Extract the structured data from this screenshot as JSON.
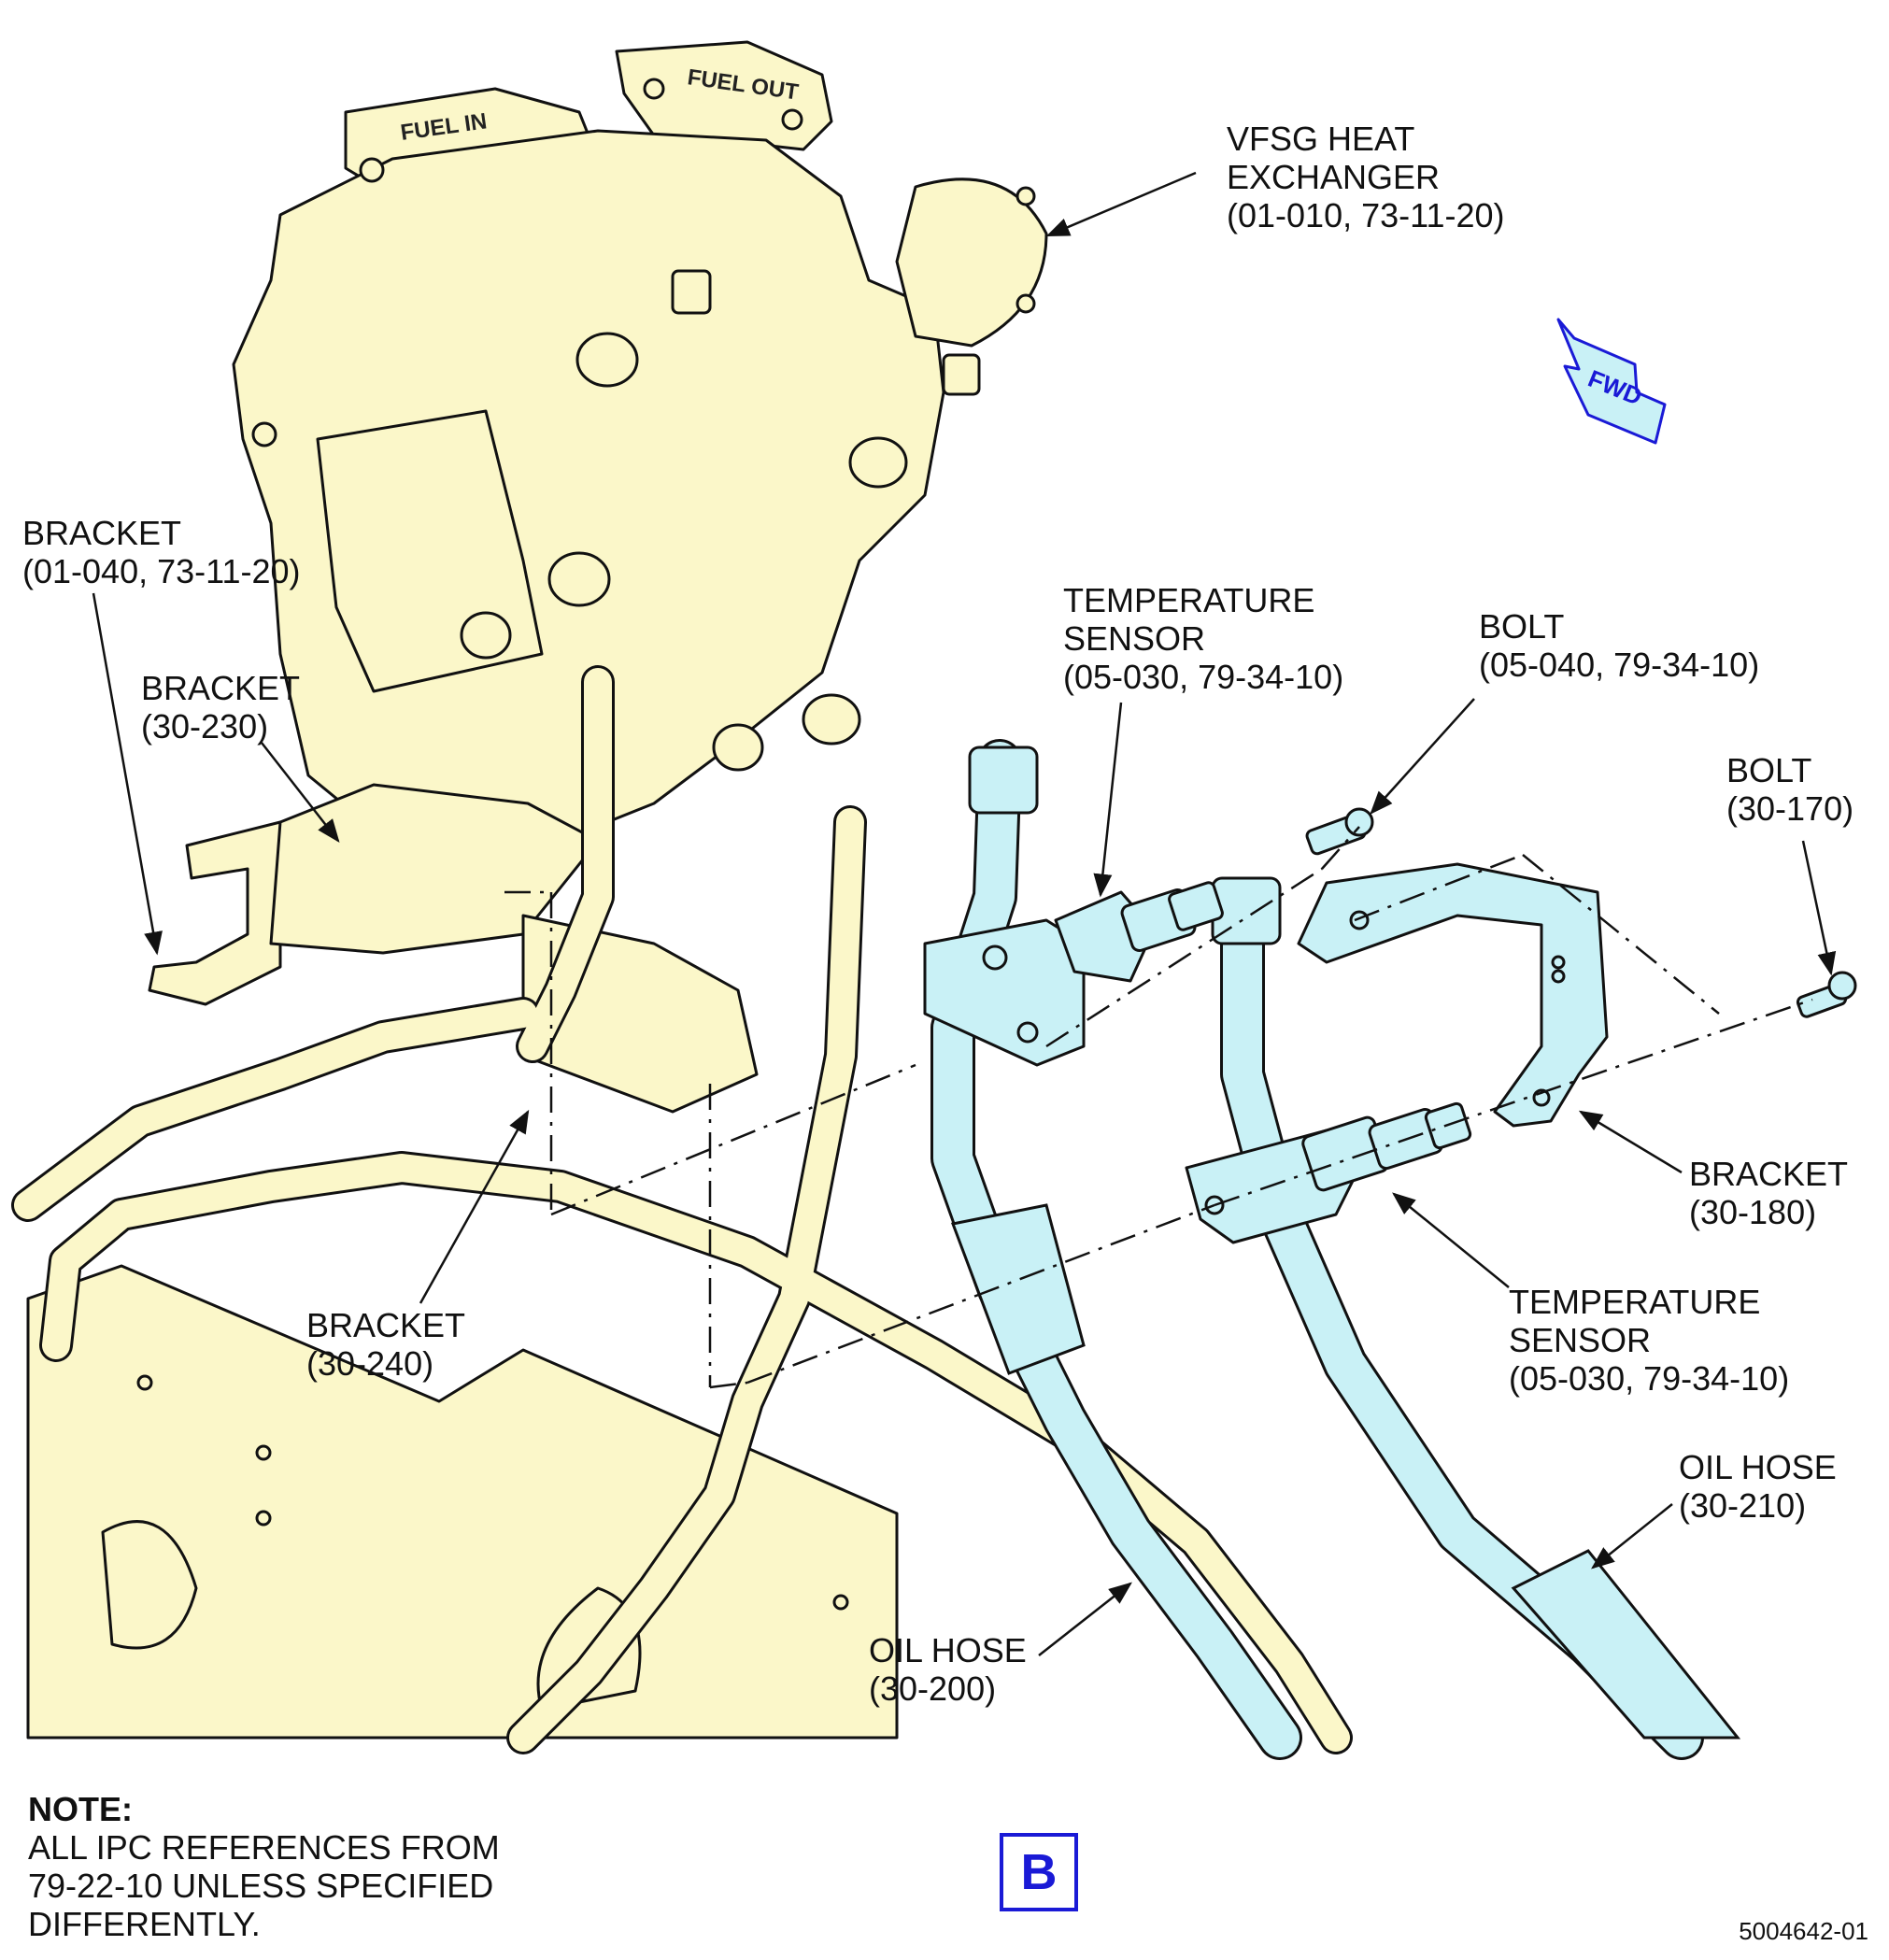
{
  "colors": {
    "component_fill": "#fbf7c9",
    "highlight_fill": "#c9f1f6",
    "outline": "#111111",
    "sheet_label": "#1a1ad6"
  },
  "stencils": {
    "fuel_in": "FUEL IN",
    "fuel_out": "FUEL OUT"
  },
  "direction_indicator": "FWD",
  "callouts": {
    "vfsg_heat_exchanger": [
      "VFSG HEAT",
      "EXCHANGER",
      "(01-010, 73-11-20)"
    ],
    "bracket_01_040": [
      "BRACKET",
      "(01-040, 73-11-20)"
    ],
    "bracket_30_230": [
      "BRACKET",
      "(30-230)"
    ],
    "temp_sensor_top": [
      "TEMPERATURE",
      "SENSOR",
      "(05-030, 79-34-10)"
    ],
    "bolt_05_040": [
      "BOLT",
      "(05-040, 79-34-10)"
    ],
    "bolt_30_170": [
      "BOLT",
      "(30-170)"
    ],
    "bracket_30_180": [
      "BRACKET",
      "(30-180)"
    ],
    "temp_sensor_bottom": [
      "TEMPERATURE",
      "SENSOR",
      "(05-030, 79-34-10)"
    ],
    "bracket_30_240": [
      "BRACKET",
      "(30-240)"
    ],
    "oil_hose_30_210": [
      "OIL HOSE",
      "(30-210)"
    ],
    "oil_hose_30_200": [
      "OIL HOSE",
      "(30-200)"
    ]
  },
  "note": {
    "heading": "NOTE:",
    "lines": [
      "ALL IPC REFERENCES FROM",
      "79-22-10 UNLESS SPECIFIED",
      "DIFFERENTLY."
    ]
  },
  "sheet_label": "B",
  "figure_number": "5004642-01"
}
